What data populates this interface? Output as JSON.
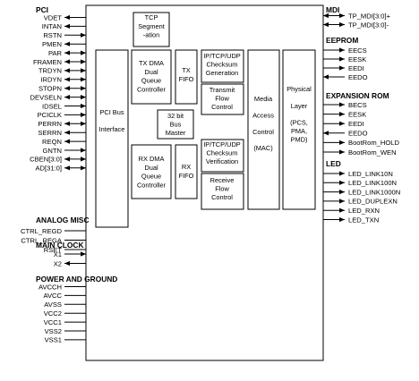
{
  "left_sections": [
    {
      "title": "PCI",
      "signals": [
        "VDET",
        "INTAN",
        "RSTN",
        "PMEN",
        "PAR",
        "FRAMEN",
        "TRDYN",
        "IRDYN",
        "STOPN",
        "DEVSELN",
        "IDSEL",
        "PCICLK",
        "PERRN",
        "SERRN",
        "REQN",
        "GNTN",
        "CBEN[3:0]",
        "AD[31:0]"
      ]
    },
    {
      "title": "ANALOG MISC",
      "signals": [
        "CTRL_REGD",
        "CTRL_REGA",
        "RSET"
      ]
    },
    {
      "title": "MAIN CLOCK",
      "signals": [
        "X1",
        "X2"
      ]
    },
    {
      "title": "POWER AND GROUND",
      "signals": [
        "AVCCH",
        "AVCC",
        "AVSS",
        "VCC2",
        "VCC1",
        "VSS2",
        "VSS1"
      ]
    }
  ],
  "right_sections": [
    {
      "title": "MDI",
      "signals": [
        "TP_MDI[3:0]+",
        "TP_MDI[3:0]-"
      ]
    },
    {
      "title": "EEPROM",
      "signals": [
        "EECS",
        "EESK",
        "EEDI",
        "EEDO"
      ]
    },
    {
      "title": "EXPANSION ROM",
      "signals": [
        "BECS",
        "EESK",
        "EEDI",
        "EEDO",
        "BootRom_HOLD",
        "BootRom_WEN"
      ]
    },
    {
      "title": "LED",
      "signals": [
        "LED_LINK10N",
        "LED_LINK100N",
        "LED_LINK1000N",
        "LED_DUPLEXN",
        "LED_RXN",
        "LED_TXN"
      ]
    }
  ],
  "blocks": {
    "tcp_seg": [
      "TCP",
      "Segment",
      "-ation"
    ],
    "pci_bus": [
      "PCI Bus",
      "",
      "Interface"
    ],
    "tx_dma": [
      "TX DMA",
      "Dual",
      "Queue",
      "Controller"
    ],
    "tx_fifo": [
      "TX",
      "FIFO"
    ],
    "bus_master": [
      "32 bit",
      "Bus",
      "Master"
    ],
    "rx_dma": [
      "RX DMA",
      "Dual",
      "Queue",
      "Controller"
    ],
    "rx_fifo": [
      "RX",
      "FIFO"
    ],
    "tx_csum": [
      "IP/TCP/UDP",
      "Checksum",
      "Generation"
    ],
    "tx_flow": [
      "Transmit",
      "Flow",
      "Control"
    ],
    "rx_csum": [
      "IP/TCP/UDP",
      "Checksum",
      "Verification"
    ],
    "rx_flow": [
      "Receive",
      "Flow",
      "Control"
    ],
    "mac": [
      "Media",
      "",
      "Access",
      "",
      "Control",
      "",
      "(MAC)"
    ],
    "phy": [
      "Physical",
      "",
      "Layer",
      "",
      "(PCS,",
      "PMA,",
      "PMD)"
    ]
  }
}
